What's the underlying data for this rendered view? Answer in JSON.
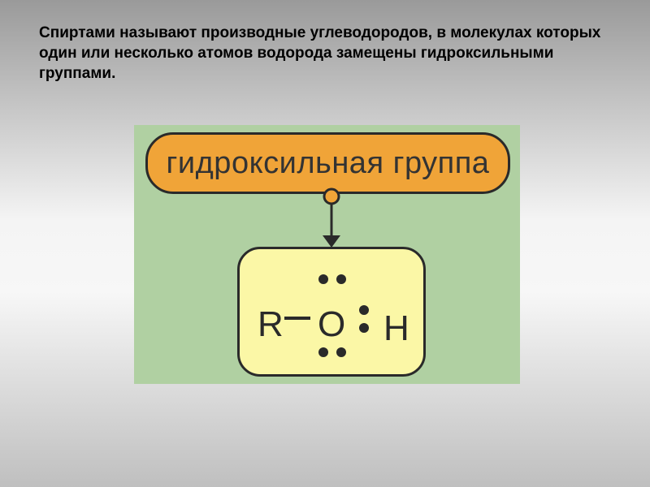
{
  "definition": "Спиртами называют производные углеводородов, в молекулах которых один или несколько атомов водорода замещены гидроксильными группами.",
  "diagram": {
    "group_label": "гидроксильная группа",
    "formula": {
      "radical": "R",
      "oxygen": "O",
      "hydrogen": "H"
    }
  },
  "colors": {
    "figure_background": "#b0d0a2",
    "label_fill": "#f0a438",
    "formula_fill": "#fbf7a6",
    "outline": "#2a2a2a"
  }
}
